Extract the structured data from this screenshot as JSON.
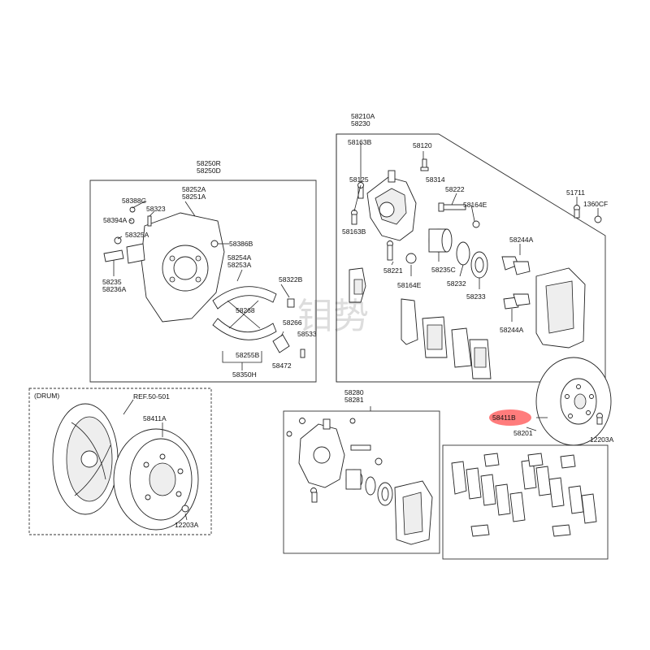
{
  "watermark": "钼势",
  "drum_title": "(DRUM)",
  "labels": {
    "l58210A": "58210A",
    "l58230": "58230",
    "l58163B_top": "58163B",
    "l58120": "58120",
    "l58314": "58314",
    "l58125": "58125",
    "l58222": "58222",
    "l58164E_top": "58164E",
    "l58163B_bot": "58163B",
    "l58221": "58221",
    "l58164E_bot": "58164E",
    "l58235C": "58235C",
    "l58232": "58232",
    "l58233": "58233",
    "l58244A_top": "58244A",
    "l58244A_bot": "58244A",
    "l51711": "51711",
    "l1360CF": "1360CF",
    "l58250R": "58250R",
    "l58250D": "58250D",
    "l58252A": "58252A",
    "l58251A": "58251A",
    "l58388G": "58388G",
    "l58323": "58323",
    "l58394A": "58394A",
    "l58325A": "58325A",
    "l58386B": "58386B",
    "l58254A": "58254A",
    "l58253A": "58253A",
    "l58322B": "58322B",
    "l58268": "58268",
    "l58266": "58266",
    "l58235": "58235",
    "l58236A": "58236A",
    "l58533": "58533",
    "l58472": "58472",
    "l58255B": "58255B",
    "l58350H": "58350H",
    "lREF": "REF.50-501",
    "l58411A": "58411A",
    "l12203A_drum": "12203A",
    "l58280": "58280",
    "l58281": "58281",
    "l58411B": "58411B",
    "l58201": "58201",
    "l12203A_disc": "12203A"
  }
}
